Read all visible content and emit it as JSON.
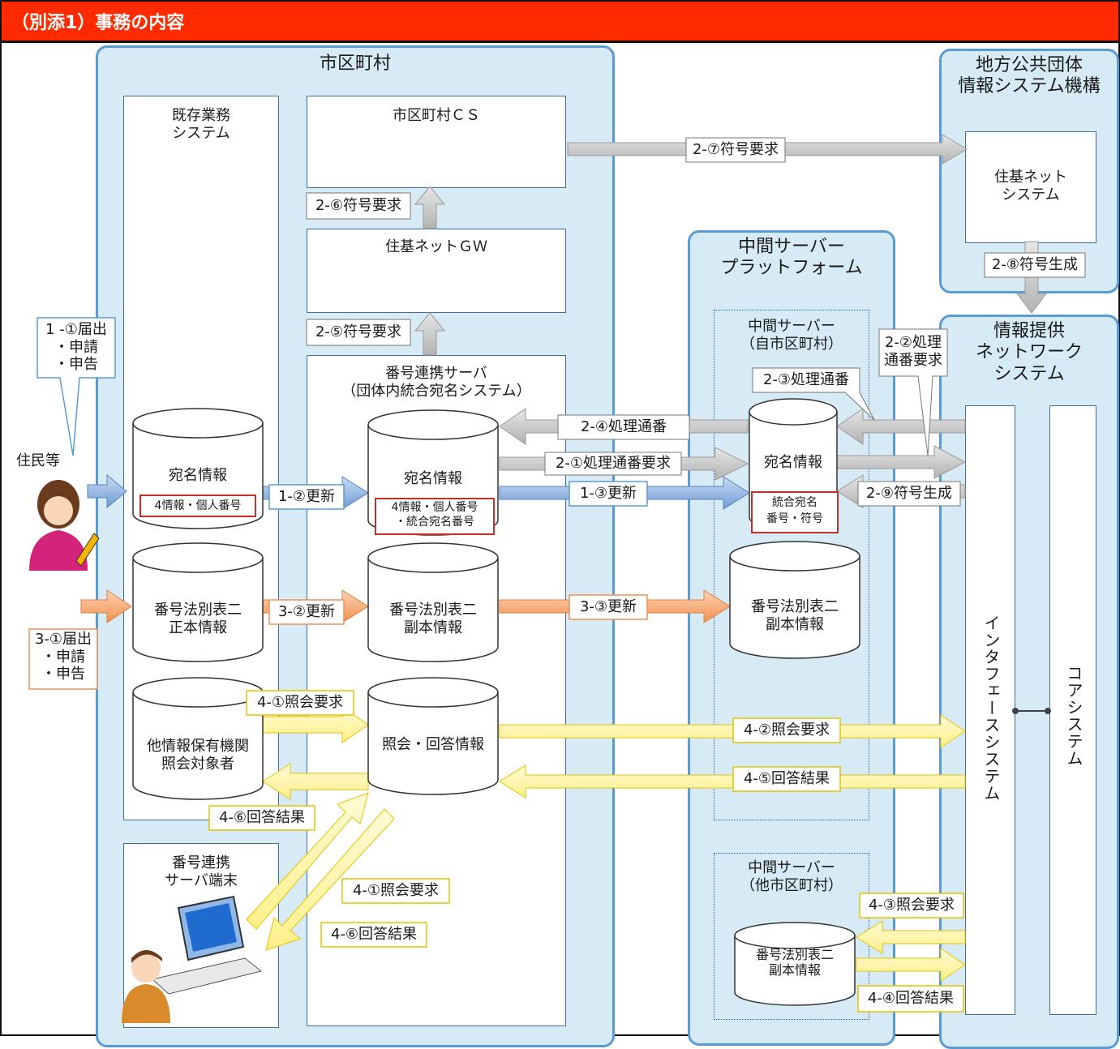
{
  "title": "（別添1）事務の内容",
  "regions": {
    "municipality": "市区町村",
    "jlis": "地方公共団体\n情報システム機構",
    "middle_platform": "中間サーバー\nプラットフォーム",
    "info_network": "情報提供\nネットワーク\nシステム"
  },
  "boxes": {
    "existing_system": "既存業務\nシステム",
    "municipal_cs": "市区町村ＣＳ",
    "juki_gw": "住基ネットＧＷ",
    "number_server": "番号連携サーバ\n（団体内統合宛名システム）",
    "juki_system": "住基ネット\nシステム",
    "middle_own": "中間サーバー\n（自市区町村）",
    "middle_other": "中間サーバー\n（他市区町村）",
    "interface_system": "インタフェースシステム",
    "core_system": "コアシステム",
    "terminal": "番号連携\nサーバ端末"
  },
  "databases": {
    "ex_name": "宛名情報",
    "ex_name_red": "4情報・個人番号",
    "ex_table": "番号法別表二\n正本情報",
    "ex_other": "他情報保有機関\n照会対象者",
    "ns_name": "宛名情報",
    "ns_name_red": "4情報・個人番号\n・統合宛名番号",
    "ns_table": "番号法別表二\n副本情報",
    "ns_query": "照会・回答情報",
    "mid_name": "宛名情報",
    "mid_name_red": "統合宛名\n番号・符号",
    "mid_table": "番号法別表二\n副本情報",
    "mid_other_table": "番号法別表二\n副本情報"
  },
  "people": {
    "residents": "住民等"
  },
  "callouts": {
    "c1_1": "1 -①届出\n・申請\n・申告",
    "c3_1": "3-①届出\n・申請\n・申告",
    "c1_2": "1-②更新",
    "c1_3": "1-③更新",
    "c2_1": "2-①処理通番要求",
    "c2_2": "2-②処理\n通番要求",
    "c2_3": "2-③処理通番",
    "c2_4": "2-④処理通番",
    "c2_5": "2-⑤符号要求",
    "c2_6": "2-⑥符号要求",
    "c2_7": "2-⑦符号要求",
    "c2_8": "2-⑧符号生成",
    "c2_9": "2-⑨符号生成",
    "c3_2": "3-②更新",
    "c3_3": "3-③更新",
    "c4_1a": "4-①照会要求",
    "c4_1b": "4-①照会要求",
    "c4_2": "4-②照会要求",
    "c4_3": "4-③照会要求",
    "c4_4": "4-④回答結果",
    "c4_5": "4-⑤回答結果",
    "c4_6a": "4-⑥回答結果",
    "c4_6b": "4-⑥回答結果"
  },
  "colors": {
    "title_bg": "#ff2a00",
    "region_fill": "#d6ebf5",
    "region_border": "#5b9bd5",
    "gray_arrow": "#c8c8c8",
    "blue_arrow": "#8fb3e0",
    "orange_arrow": "#f6a86b",
    "yellow_arrow": "#fff3a0"
  }
}
